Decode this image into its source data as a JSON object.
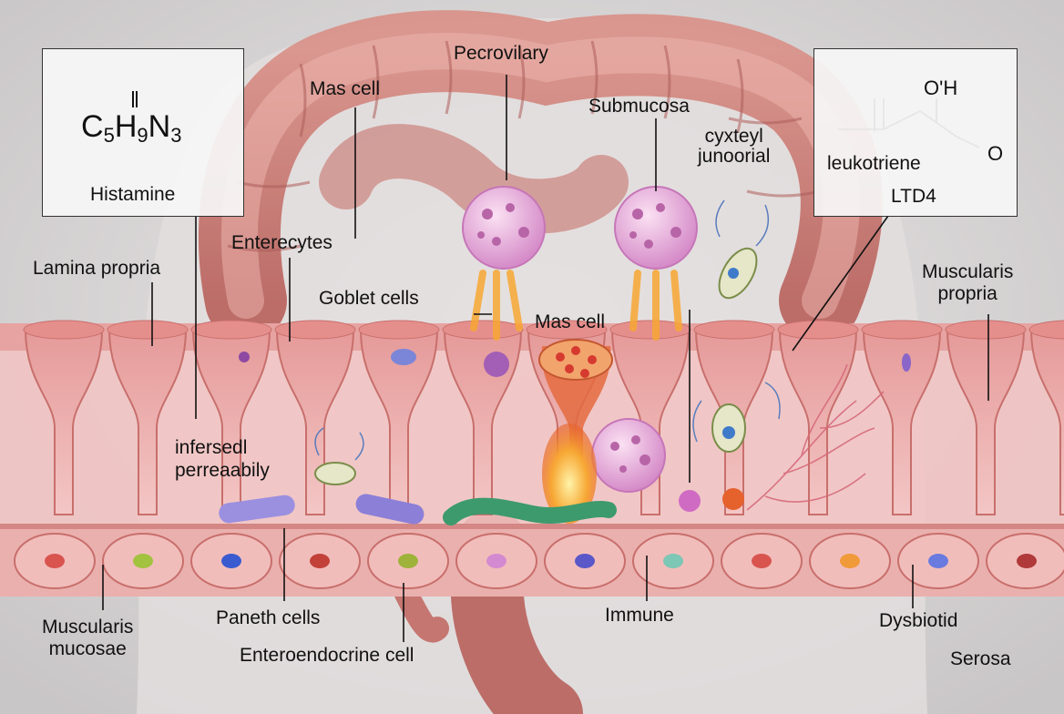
{
  "histamine_box": {
    "formula_parts": [
      "C",
      "5",
      "H",
      "9",
      "N",
      "3"
    ],
    "name": "Histamine"
  },
  "leukotriene_box": {
    "oh": "OʹH",
    "o": "O",
    "line1": "leukotriene",
    "line2": "LTD4"
  },
  "labels": {
    "percovilary": "Pecrovilary",
    "mas_cell_top": "Mas cell",
    "submucosa": "Submucosa",
    "cyxteyl": "cyxteyl\njunoorial",
    "enterecytes": "Enterecytes",
    "lamina_propria": "Lamina propria",
    "goblet_cells": "Goblet cells",
    "mas_cell_mid": "Mas cell",
    "muscularis_propria": "Muscularis\npropria",
    "infersedl": "infersedl\nperreaabily",
    "muscularis_mucosae": "Muscularis\nmucosae",
    "paneth_cells": "Paneth cells",
    "enteroendocrine": "Enteroendocrine cell",
    "immune": "Immune",
    "dysbiotic": "Dysbiotid",
    "serosa": "Serosa"
  },
  "colors": {
    "background": "#d9d6d6",
    "tissue": "#e8a7a3",
    "tissue_dark": "#c9706c",
    "mast_cell": "#e7a6d9",
    "inflammation": "#f7a733"
  }
}
